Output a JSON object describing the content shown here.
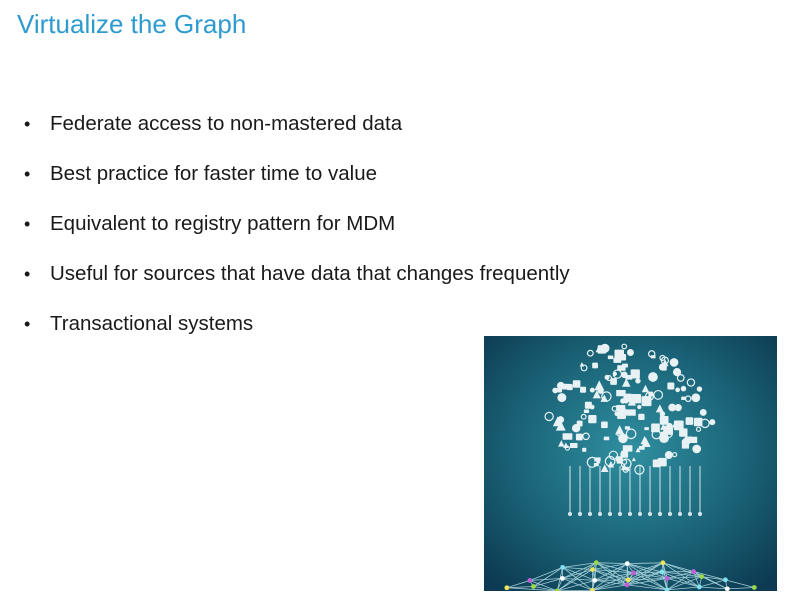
{
  "slide": {
    "title": "Virtualize the Graph",
    "bullet_symbol": "•",
    "bullets": [
      "Federate access to non-mastered data",
      "Best practice for faster time to value",
      "Equivalent to registry pattern for MDM",
      "Useful for sources that have data that changes frequently",
      "Transactional systems"
    ]
  },
  "image": {
    "icon": "cloud-of-app-icons-over-network-globe",
    "colors": {
      "background_center": "#2f8fa0",
      "background_edge": "#0c3a52",
      "icons": "#e8f2f5",
      "network_lines": "#b9e3ea",
      "node_colors": [
        "#f2e45a",
        "#c060d8",
        "#7fe0f0",
        "#9bd94a",
        "#ffffff"
      ]
    }
  }
}
